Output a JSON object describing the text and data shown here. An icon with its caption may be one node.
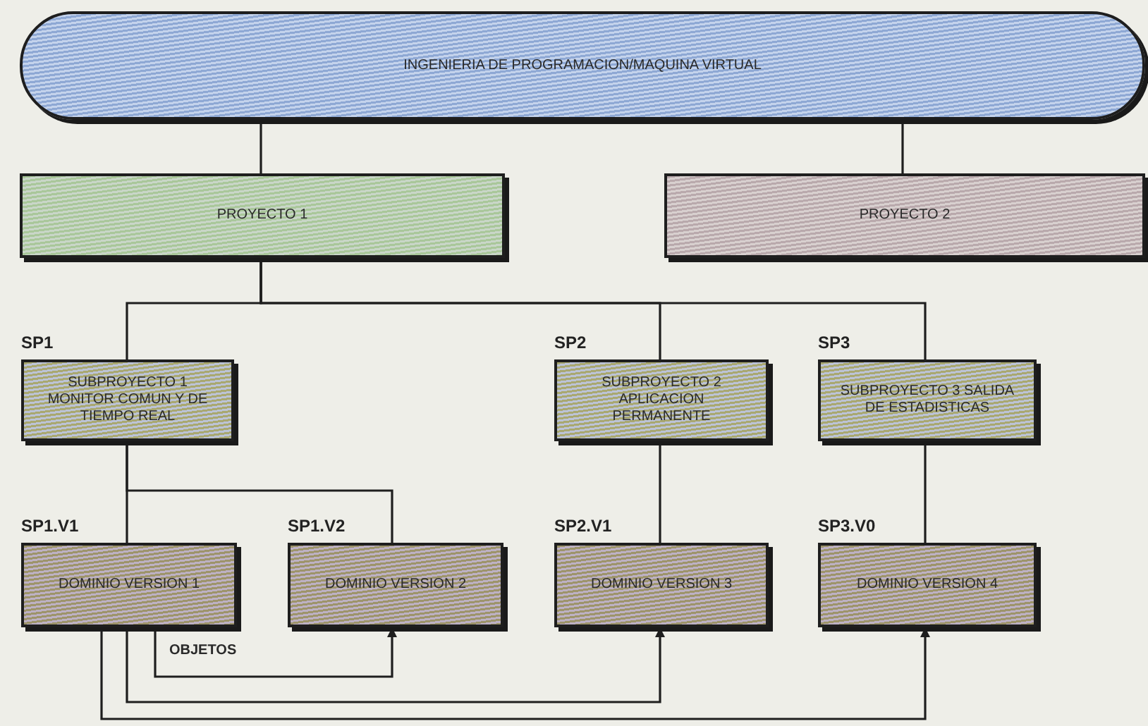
{
  "diagram": {
    "nodes": [
      {
        "text": [
          "INGENIERIA DE PROGRAMACION/MAQUINA VIRTUAL"
        ]
      },
      {
        "text": [
          "PROYECTO 1"
        ]
      },
      {
        "text": [
          "PROYECTO 2"
        ]
      },
      {
        "text": [
          "SP1",
          "SUBPROYECTO 1 MONITOR COMUN Y DE TIEMPO REAL"
        ]
      },
      {
        "text": [
          "SP2",
          "SUBPROYECTO 2 APLICACION PERMANENTE"
        ]
      },
      {
        "text": [
          "SP3",
          "SUBPROYECTO 3 SALIDA DE ESTADISTICAS"
        ]
      },
      {
        "text": [
          "SP1.V1",
          "DOMINIO VERSION 1"
        ]
      },
      {
        "text": [
          "SP1.V2",
          "DOMINIO VERSION 2"
        ]
      },
      {
        "text": [
          "SP2.V1",
          "DOMINIO VERSION 3"
        ]
      },
      {
        "text": [
          "SP3.V0",
          "DOMINIO VERSION 4"
        ]
      }
    ],
    "edges": [
      {
        "from": 0,
        "to": 1,
        "arrow": "none"
      },
      {
        "from": 0,
        "to": 2,
        "arrow": "none"
      },
      {
        "from": 1,
        "to": 3,
        "arrow": "none"
      },
      {
        "from": 1,
        "to": 4,
        "arrow": "none"
      },
      {
        "from": 1,
        "to": 5,
        "arrow": "none"
      },
      {
        "from": 3,
        "to": 6,
        "arrow": "none"
      },
      {
        "from": 3,
        "to": 7,
        "arrow": "none"
      },
      {
        "from": 4,
        "to": 8,
        "arrow": "none"
      },
      {
        "from": 5,
        "to": 9,
        "arrow": "none"
      },
      {
        "from": 6,
        "to": 7,
        "arrow": "to",
        "label": "OBJETOS"
      },
      {
        "from": 6,
        "to": 8,
        "arrow": "to"
      },
      {
        "from": 6,
        "to": 9,
        "arrow": "to"
      }
    ]
  }
}
